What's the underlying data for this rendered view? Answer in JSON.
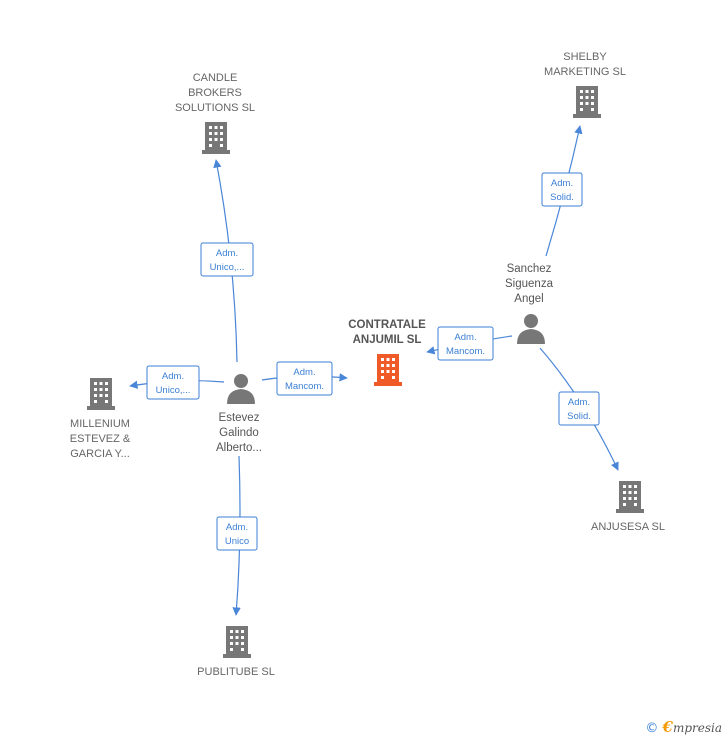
{
  "nodes": {
    "candle": {
      "label": [
        "CANDLE",
        "BROKERS",
        "SOLUTIONS  SL"
      ],
      "type": "company"
    },
    "shelby": {
      "label": [
        "SHELBY",
        "MARKETING  SL"
      ],
      "type": "company"
    },
    "contratale": {
      "label": [
        "CONTRATALE",
        "ANJUMIL  SL"
      ],
      "type": "company-main"
    },
    "millenium": {
      "label": [
        "MILLENIUM",
        "ESTEVEZ &",
        "GARCIA Y..."
      ],
      "type": "company"
    },
    "anjusesa": {
      "label": [
        "ANJUSESA  SL"
      ],
      "type": "company"
    },
    "publitube": {
      "label": [
        "PUBLITUBE  SL"
      ],
      "type": "company"
    },
    "estevez": {
      "label": [
        "Estevez",
        "Galindo",
        "Alberto..."
      ],
      "type": "person"
    },
    "sanchez": {
      "label": [
        "Sanchez",
        "Siguenza",
        "Angel"
      ],
      "type": "person"
    }
  },
  "edges": [
    {
      "id": "e-estevez-candle",
      "label": [
        "Adm.",
        "Unico,..."
      ]
    },
    {
      "id": "e-estevez-millenium",
      "label": [
        "Adm.",
        "Unico,..."
      ]
    },
    {
      "id": "e-estevez-contratale",
      "label": [
        "Adm.",
        "Mancom."
      ]
    },
    {
      "id": "e-estevez-publitube",
      "label": [
        "Adm.",
        "Unico"
      ]
    },
    {
      "id": "e-sanchez-shelby",
      "label": [
        "Adm.",
        "Solid."
      ]
    },
    {
      "id": "e-sanchez-contratale",
      "label": [
        "Adm.",
        "Mancom."
      ]
    },
    {
      "id": "e-sanchez-anjusesa",
      "label": [
        "Adm.",
        "Solid."
      ]
    }
  ],
  "colors": {
    "company": "#777777",
    "main": "#f05a28",
    "person": "#777777",
    "edge": "#4a86d8"
  },
  "footer": {
    "copyright": "©",
    "brand_first": "€",
    "brand_rest": "mpresia"
  }
}
